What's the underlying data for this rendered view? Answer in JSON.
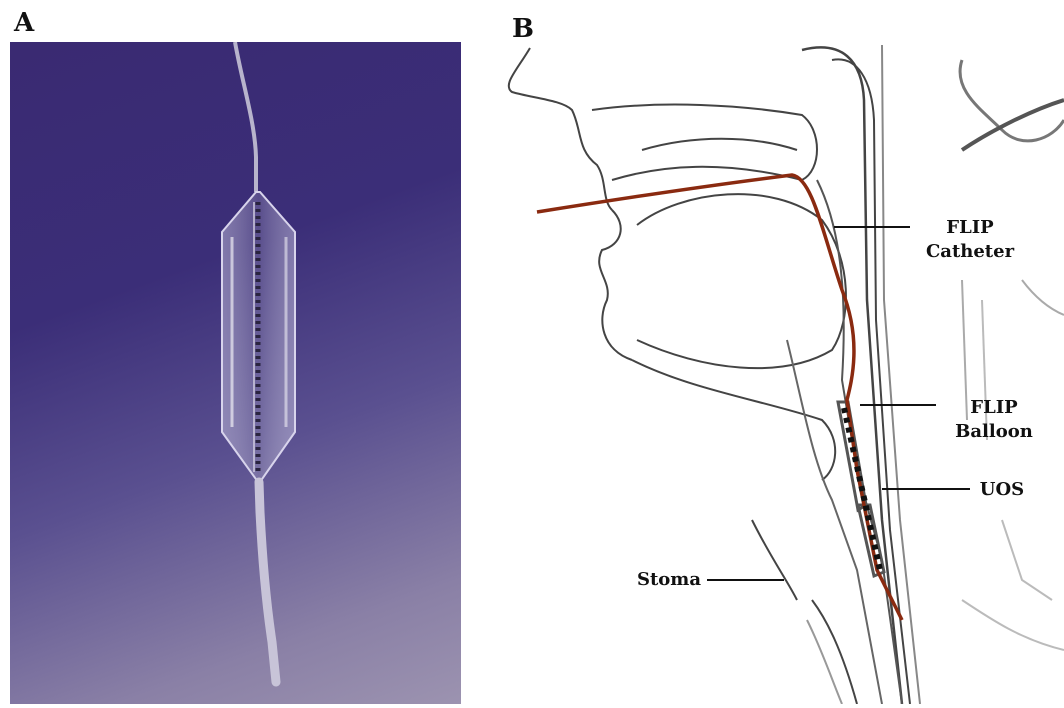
{
  "panel_a": {
    "letter": "A"
  },
  "panel_b": {
    "letter": "B",
    "labels": {
      "flip_catheter_line1": "FLIP",
      "flip_catheter_line2": "Catheter",
      "flip_balloon_line1": "FLIP",
      "flip_balloon_line2": "Balloon",
      "uos": "UOS",
      "stoma": "Stoma"
    }
  },
  "colors": {
    "catheter": "#8a2a10",
    "photo_background": "#3b2e78",
    "outline": "#333333"
  }
}
